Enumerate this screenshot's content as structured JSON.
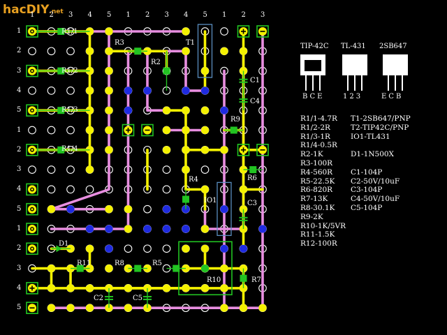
{
  "logo": {
    "text": "hacDIY",
    "suffix": ".net"
  },
  "column_labels": [
    "1",
    "2",
    "3",
    "4",
    "5",
    "1",
    "2",
    "3",
    "4",
    "5",
    "1",
    "2",
    "3"
  ],
  "row_labels": [
    "1",
    "2",
    "3",
    "4",
    "5",
    "1",
    "2",
    "3",
    "4",
    "5",
    "1",
    "2",
    "3",
    "4",
    "5"
  ],
  "packages": [
    {
      "title": "TIP-42C",
      "pins": "BCE"
    },
    {
      "title": "TL-431",
      "pins": "123"
    },
    {
      "title": "2SB647",
      "pins": "ECB"
    }
  ],
  "legend_left": [
    "R1/1-4.7R",
    "R1/2-2R",
    "R1/3-1R",
    "R1/4-0.5R",
    "R2-1K",
    "R3-100R",
    "R4-560R",
    "R5-22.5K",
    "R6-820R",
    "R7-13K",
    "R8-30.1K",
    "R9-2K",
    "R10-1K/5VR",
    "R11-1.5K",
    "R12-100R"
  ],
  "legend_right": [
    "T1-2SB647/PNP",
    "T2-TIP42C/PNP",
    "IO1-TL431",
    "",
    "D1-1N500X",
    "",
    "C1-104P",
    "C2-50V/10uF",
    "C3-104P",
    "C4-50V/10uF",
    "C5-104P"
  ],
  "component_labels": {
    "r11a": "R1/1",
    "r12": "R1/2",
    "r13": "R1/3",
    "r14": "R1/4",
    "r3": "R3",
    "r2": "R2",
    "t1": "T1",
    "c1": "C1",
    "c4": "C4",
    "r9": "R9",
    "r4": "R4",
    "r6": "R6",
    "io1": "IO1",
    "c3": "C3",
    "d1": "D1",
    "r11": "R11",
    "r8": "R8",
    "r5": "R5",
    "r10": "R10",
    "r7": "R7",
    "c2": "C2",
    "c5": "C5"
  },
  "colors": {
    "background": "#000000",
    "hole": "#ffffff",
    "pad_yellow": "#f4f100",
    "pad_blue": "#1f2be0",
    "trace_yellow": "#f4f100",
    "trace_pink": "#e88ee0",
    "component_green": "#22c422",
    "terminal_border": "#22c422",
    "t1_blue": "#5a8ec0"
  }
}
